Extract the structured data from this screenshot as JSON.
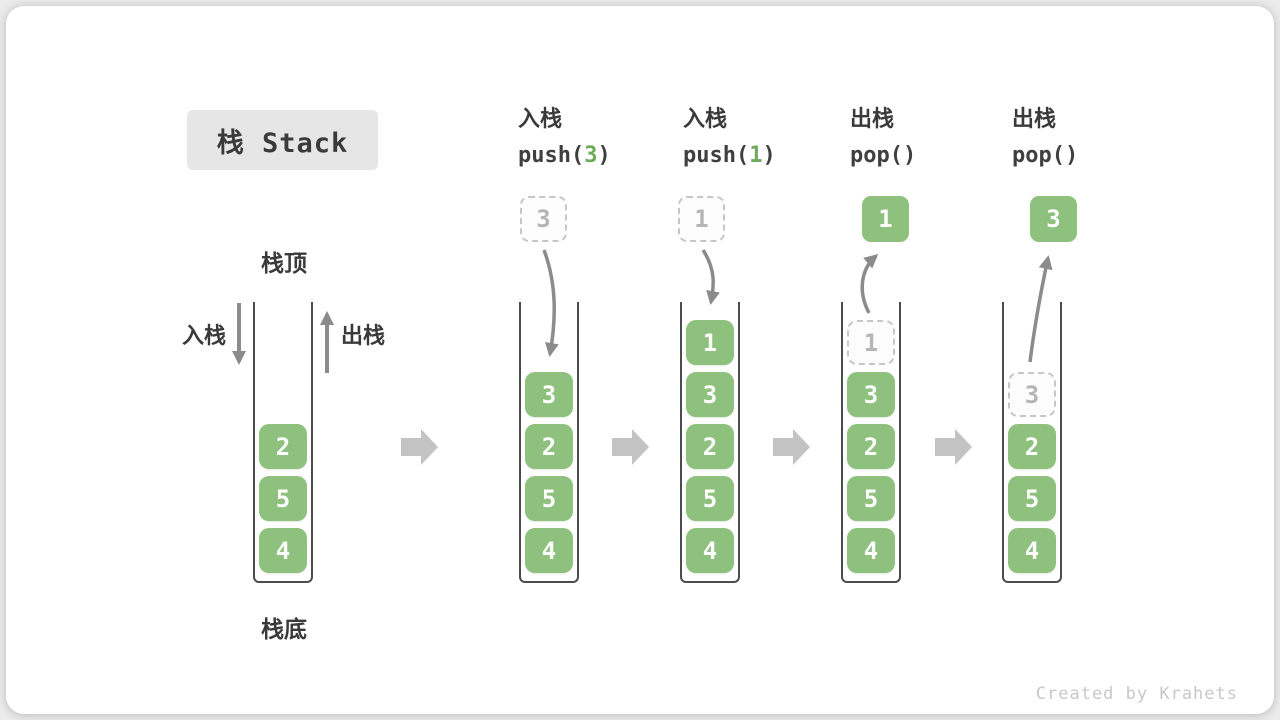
{
  "title": "栈 Stack",
  "labels": {
    "stack_top": "栈顶",
    "stack_bottom": "栈底",
    "push": "入栈",
    "pop": "出栈"
  },
  "operations": [
    {
      "name": "入栈",
      "code_open": "push(",
      "code_arg": "3",
      "code_close": ")"
    },
    {
      "name": "入栈",
      "code_open": "push(",
      "code_arg": "1",
      "code_close": ")"
    },
    {
      "name": "出栈",
      "code_open": "pop(",
      "code_arg": "",
      "code_close": ")"
    },
    {
      "name": "出栈",
      "code_open": "pop(",
      "code_arg": "",
      "code_close": ")"
    }
  ],
  "stacks": [
    {
      "slots": [
        {
          "value": "2"
        },
        {
          "value": "5"
        },
        {
          "value": "4"
        }
      ]
    },
    {
      "float": {
        "value": "3",
        "style": "ghost"
      },
      "slots": [
        {
          "value": "3"
        },
        {
          "value": "2"
        },
        {
          "value": "5"
        },
        {
          "value": "4"
        }
      ]
    },
    {
      "float": {
        "value": "1",
        "style": "ghost"
      },
      "slots": [
        {
          "value": "1"
        },
        {
          "value": "3"
        },
        {
          "value": "2"
        },
        {
          "value": "5"
        },
        {
          "value": "4"
        }
      ]
    },
    {
      "float": {
        "value": "1",
        "style": "solid"
      },
      "slots": [
        {
          "value": "1",
          "ghost": true
        },
        {
          "value": "3"
        },
        {
          "value": "2"
        },
        {
          "value": "5"
        },
        {
          "value": "4"
        }
      ]
    },
    {
      "float": {
        "value": "3",
        "style": "solid"
      },
      "slots": [
        {
          "value": "3",
          "ghost": true
        },
        {
          "value": "2"
        },
        {
          "value": "5"
        },
        {
          "value": "4"
        }
      ]
    }
  ],
  "watermark": "Created by Krahets",
  "colors": {
    "box_green": "#8dc17d",
    "code_arg_green": "#6fa95a",
    "ghost_gray": "#c6c6c6",
    "arrow_gray": "#8b8b8b",
    "block_arrow_gray": "#c3c3c3",
    "title_bg": "#e6e6e6",
    "text_dark": "#3a3a3a"
  }
}
